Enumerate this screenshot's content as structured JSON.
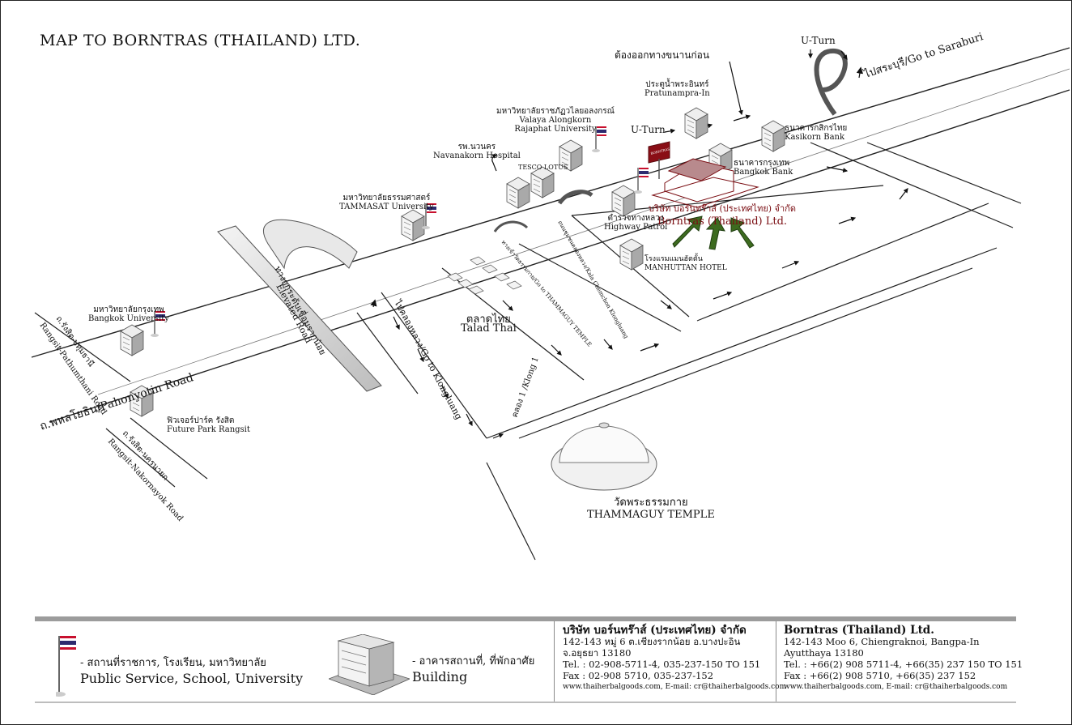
{
  "map": {
    "title": "MAP TO BORNTRAS (THAILAND) LTD.",
    "roads": {
      "pahonyotin": "ถ.พหลโยธิน/Pahonyotin Road",
      "elevated": "ทางยกระดับเชื่อมรากน้อย",
      "elevated_en": "Elevated Road",
      "rangsit_pathum_th": "ถ.รังสิต-ปทุมธานี",
      "rangsit_pathum_en": "Rangsit-Pathumthani Road",
      "rangsit_nakhon_th": "ถ.รังสิต-นครนายก",
      "rangsit_nakhon_en": "Rangsit-Nakornayok Road",
      "klongluang": "ไปคลองหลวง/Go to Klongluang",
      "thammaguy_road": "ทางเข้าวัดธรรมกาย/Go to THAMMAGUY TEMPLE",
      "khlong1": "คลอง 1 /Klong 1",
      "kala_chemchon": "ถนนชุมชนคลองหลวง/Kala Chemchon Klongluang",
      "saraburi": "ไปสระบุรี/Go to Saraburi"
    },
    "labels": {
      "uturn_top": "U-Turn",
      "uturn_mid": "U-Turn",
      "must_exit": "ต้องออกทางขนานก่อน",
      "pratunam_th": "ประตูน้ำพระอินทร์",
      "pratunam_en": "Pratunampra-In",
      "valaya_th": "มหาวิทยาลัยราชภัฏวไลยอลงกรณ์",
      "valaya_en1": "Valaya Alongkorn",
      "valaya_en2": "Rajaphat University",
      "navanakorn_th": "รพ.นวนคร",
      "navanakorn_en": "Navanakorn Hospital",
      "tesco": "TESCO LOTUS",
      "kasikorn_th": "ธนาคารกสิกรไทย",
      "kasikorn_en": "Kasikorn Bank",
      "bangkokbank_th": "ธนาคารกรุงเทพ",
      "bangkokbank_en": "Bangkok Bank",
      "company_th": "บริษัท บอร์นทร๊าส์ (ประเทศไทย) จำกัด",
      "company_en": "Borntras (Thailand) Ltd.",
      "tammasat_th": "มหาวิทยาลัยธรรมศาสตร์",
      "tammasat_en": "TAMMASAT University",
      "highway_th": "ตำรวจทางหลวง",
      "highway_en": "Highway Patrol",
      "manhattan_th": "โรงแรมแมนฮัตตั้น",
      "manhattan_en": "MANHUTTAN HOTEL",
      "bangkokuni_th": "มหาวิทยาลัยกรุงเทพ",
      "bangkokuni_en": "Bangkok University",
      "future_th": "ฟิวเจอร์ปาร์ค รังสิต",
      "future_en": "Future Park Rangsit",
      "taladthai_th": "ตลาดไทย",
      "taladthai_en": "Talad Thai",
      "temple_th": "วัดพระธรรมกาย",
      "temple_en": "THAMMAGUY TEMPLE",
      "sign_text": "BORNTRAS"
    }
  },
  "legend": {
    "public_th": "- สถานที่ราชการ, โรงเรียน, มหาวิทยาลัย",
    "public_en": "Public Service, School, University",
    "building_th": "- อาคารสถานที่, ที่พักอาศัย",
    "building_en": "Building"
  },
  "address_th": {
    "name": "บริษัท บอร์นทร๊าส์ (ประเทศไทย) จำกัด",
    "line1": "142-143 หมู่ 6 ต.เชียงรากน้อย อ.บางปะอิน",
    "line2": "จ.อยุธยา 13180",
    "tel": "Tel. : 02-908-5711-4, 035-237-150 TO 151",
    "fax": "Fax : 02-908 5710, 035-237-152",
    "web": "www.thaiherbalgoods.com, E-mail: cr@thaiherbalgoods.com"
  },
  "address_en": {
    "name": "Borntras (Thailand) Ltd.",
    "line1": "142-143 Moo 6, Chiengraknoi, Bangpa-In",
    "line2": "Ayutthaya 13180",
    "tel": "Tel. : +66(2) 908 5711-4, +66(35) 237 150 TO 151",
    "fax": "Fax : +66(2) 908 5710, +66(35) 237 152",
    "web": "www.thaiherbalgoods.com, E-mail: cr@thaiherbalgoods.com"
  },
  "colors": {
    "company_red": "#7a0d12",
    "arrow_green": "#3d6b1f",
    "flag_red": "#c8102e",
    "flag_blue": "#2d2a6e"
  }
}
